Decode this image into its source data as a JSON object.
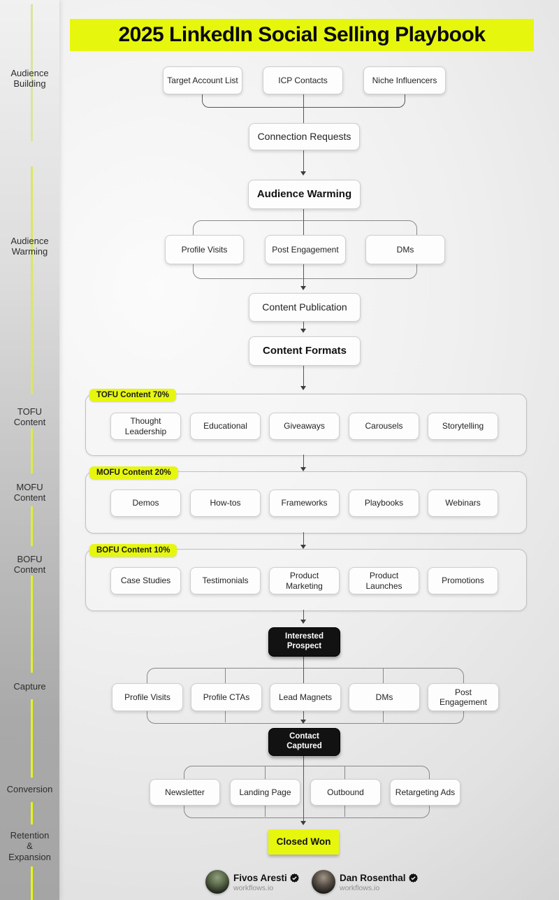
{
  "title": "2025 LinkedIn Social Selling Playbook",
  "colors": {
    "accent_yellow": "#e6f70d",
    "black_node": "#121212",
    "connector_line": "#555555",
    "sidebar_line_yellow": "#e7f80c"
  },
  "sidebar": {
    "stages": [
      "Audience\nBuilding",
      "Audience\nWarming",
      "TOFU\nContent",
      "MOFU\nContent",
      "BOFU\nContent",
      "Capture",
      "Conversion",
      "Retention\n&\nExpansion"
    ]
  },
  "flow": {
    "sources": [
      "Target Account List",
      "ICP Contacts",
      "Niche Influencers"
    ],
    "connection_requests": "Connection Requests",
    "audience_warming": "Audience Warming",
    "warming_actions": [
      "Profile Visits",
      "Post Engagement",
      "DMs"
    ],
    "content_publication": "Content Publication",
    "content_formats": "Content Formats",
    "sections": [
      {
        "tag": "TOFU Content 70%",
        "items": [
          "Thought\nLeadership",
          "Educational",
          "Giveaways",
          "Carousels",
          "Storytelling"
        ]
      },
      {
        "tag": "MOFU Content 20%",
        "items": [
          "Demos",
          "How-tos",
          "Frameworks",
          "Playbooks",
          "Webinars"
        ]
      },
      {
        "tag": "BOFU Content 10%",
        "items": [
          "Case Studies",
          "Testimonials",
          "Product\nMarketing",
          "Product\nLaunches",
          "Promotions"
        ]
      }
    ],
    "interested_prospect": "Interested\nProspect",
    "capture_actions": [
      "Profile Visits",
      "Profile CTAs",
      "Lead Magnets",
      "DMs",
      "Post\nEngagement"
    ],
    "contact_captured": "Contact\nCaptured",
    "conversion_channels": [
      "Newsletter",
      "Landing Page",
      "Outbound",
      "Retargeting Ads"
    ],
    "closed_won": "Closed Won"
  },
  "footer": {
    "authors": [
      {
        "name": "Fivos Aresti",
        "org": "workflows.io"
      },
      {
        "name": "Dan Rosenthal",
        "org": "workflows.io"
      }
    ]
  }
}
